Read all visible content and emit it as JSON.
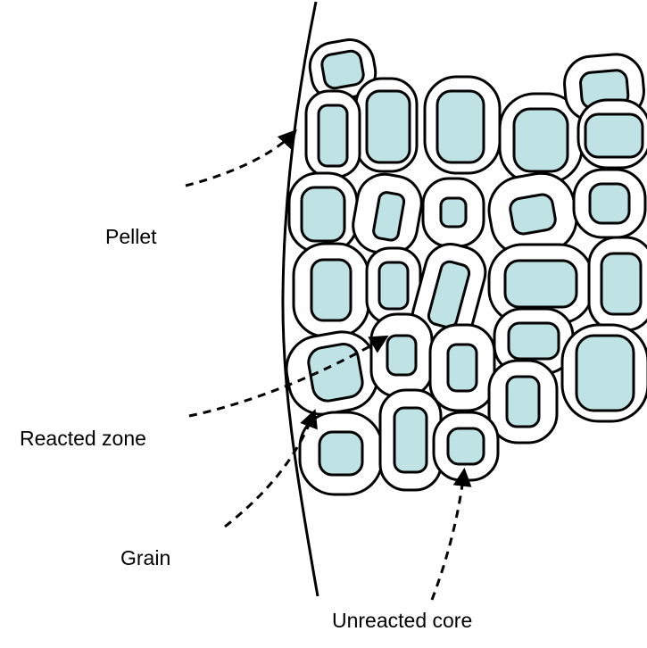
{
  "labels": {
    "pellet": "Pellet",
    "reacted_zone": "Reacted zone",
    "grain": "Grain",
    "unreacted_core": "Unreacted core"
  },
  "colors": {
    "core_fill": "#bfe3e5",
    "grain_fill": "#ffffff",
    "stroke": "#000000",
    "background": "#ffffff"
  }
}
